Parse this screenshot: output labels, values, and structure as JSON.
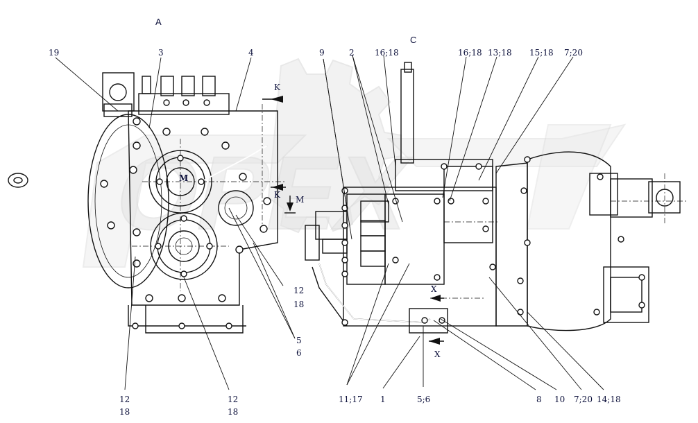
{
  "view_labels": {
    "view_a": "A",
    "view_c": "C",
    "arrow_k_top": "K",
    "arrow_k_mid": "K",
    "arrow_m": "M",
    "center_m": "M",
    "arrow_x_top": "X",
    "arrow_x_bottom": "X"
  },
  "callouts": {
    "c19": "19",
    "c3": "3",
    "c4": "4",
    "c9": "9",
    "c2": "2",
    "c16_18a": "16;18",
    "c16_18b": "16;18",
    "c13_18": "13;18",
    "c15_18": "15;18",
    "c7_20_top": "7;20",
    "c12_18_right_a": "12",
    "c12_18_right_b": "18",
    "c5": "5",
    "c6": "6",
    "c12_bl_a": "12",
    "c12_bl_b": "18",
    "c12_bm_a": "12",
    "c12_bm_b": "18",
    "c11_17": "11;17",
    "c1": "1",
    "c5_6": "5;6",
    "c8": "8",
    "c10": "10",
    "c7_20_bottom": "7;20",
    "c14_18": "14;18"
  },
  "watermark": {
    "text": "OPEX"
  }
}
